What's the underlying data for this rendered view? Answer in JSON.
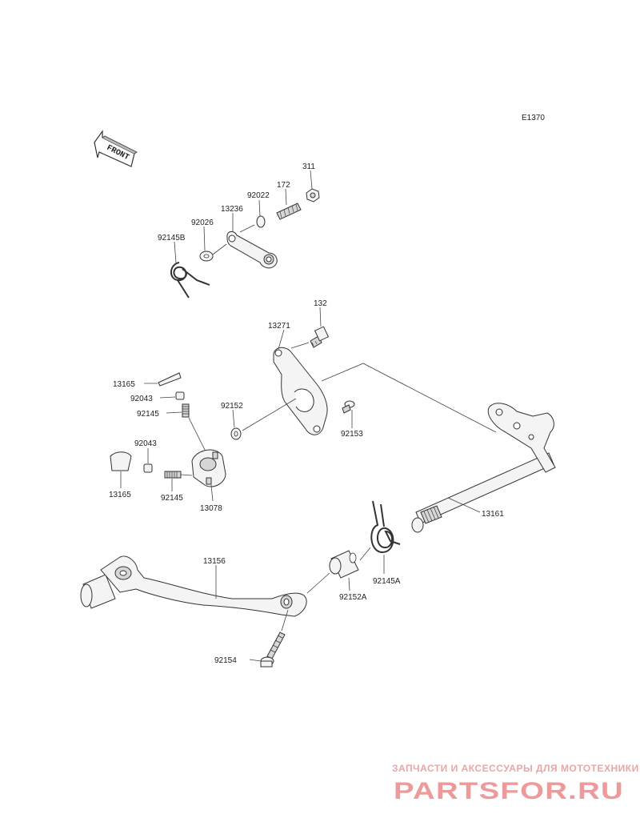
{
  "diagram_code": "E1370",
  "front_label": "FRONT",
  "parts": {
    "p311": "311",
    "p172": "172",
    "p92022": "92022",
    "p13236": "13236",
    "p92026": "92026",
    "p92145B": "92145B",
    "p132": "132",
    "p13271": "13271",
    "p13165_top": "13165",
    "p92043_top": "92043",
    "p92145_top": "92145",
    "p92152": "92152",
    "p92153": "92153",
    "p92043_left": "92043",
    "p13165_left": "13165",
    "p92145_bottom": "92145",
    "p13078": "13078",
    "p13161": "13161",
    "p13156": "13156",
    "p92145A": "92145A",
    "p92152A": "92152A",
    "p92154": "92154"
  },
  "watermark": {
    "tagline": "ЗАПЧАСТИ И АКСЕССУАРЫ ДЛЯ МОТОТЕХНИКИ",
    "logo": "PARTSFOR.RU"
  }
}
